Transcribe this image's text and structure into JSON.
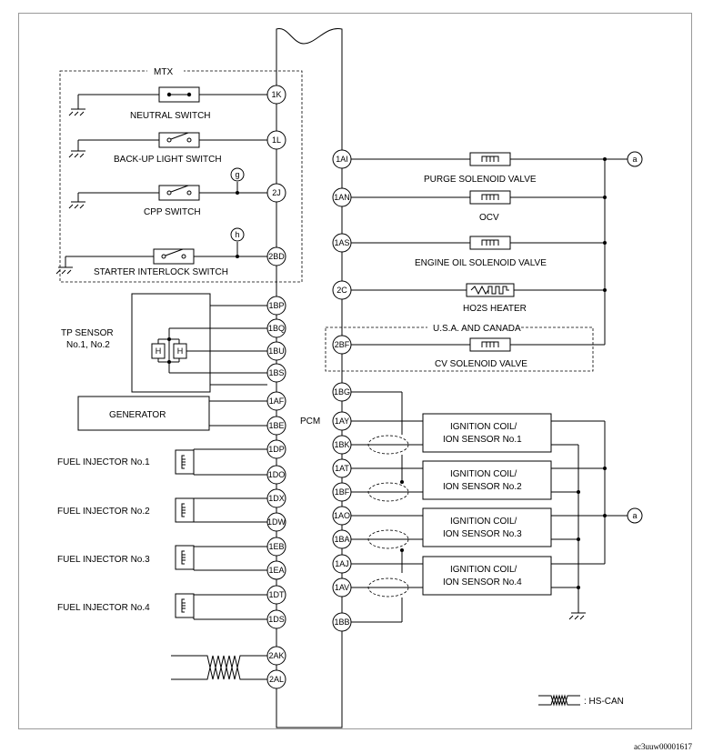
{
  "mtx_label": "MTX",
  "pcm_label": "PCM",
  "usa_canada_label": "U.S.A. AND CANADA",
  "left_components": {
    "neutral_switch": "NEUTRAL SWITCH",
    "backup_light_switch": "BACK-UP LIGHT SWITCH",
    "cpp_switch": "CPP SWITCH",
    "starter_interlock_switch": "STARTER INTERLOCK SWITCH",
    "tp_sensor_line1": "TP SENSOR",
    "tp_sensor_line2": "No.1, No.2",
    "generator": "GENERATOR",
    "fuel_injector_1": "FUEL INJECTOR No.1",
    "fuel_injector_2": "FUEL INJECTOR No.2",
    "fuel_injector_3": "FUEL INJECTOR No.3",
    "fuel_injector_4": "FUEL INJECTOR No.4",
    "h_letter": "H"
  },
  "right_components": {
    "purge_solenoid": "PURGE SOLENOID VALVE",
    "ocv": "OCV",
    "engine_oil_solenoid": "ENGINE OIL SOLENOID VALVE",
    "ho2s_heater": "HO2S HEATER",
    "cv_solenoid": "CV SOLENOID VALVE",
    "ign1_line1": "IGNITION COIL/",
    "ign1_line2": "ION SENSOR No.1",
    "ign2_line1": "IGNITION COIL/",
    "ign2_line2": "ION SENSOR No.2",
    "ign3_line1": "IGNITION COIL/",
    "ign3_line2": "ION SENSOR No.3",
    "ign4_line1": "IGNITION COIL/",
    "ign4_line2": "ION SENSOR No.4"
  },
  "left_pins": {
    "p1K": "1K",
    "p1L": "1L",
    "p2J": "2J",
    "p2BD": "2BD",
    "p1BP": "1BP",
    "p1BQ": "1BQ",
    "p1BU": "1BU",
    "p1BS": "1BS",
    "p1AF": "1AF",
    "p1BE": "1BE",
    "p1DP": "1DP",
    "p1DO": "1DO",
    "p1DX": "1DX",
    "p1DW": "1DW",
    "p1EB": "1EB",
    "p1EA": "1EA",
    "p1DT": "1DT",
    "p1DS": "1DS",
    "p2AK": "2AK",
    "p2AL": "2AL"
  },
  "right_pins": {
    "p1AI": "1AI",
    "p1AN": "1AN",
    "p1AS": "1AS",
    "p2C": "2C",
    "p2BF": "2BF",
    "p1BG": "1BG",
    "p1AY": "1AY",
    "p1BK": "1BK",
    "p1AT": "1AT",
    "p1BF": "1BF",
    "p1AO": "1AO",
    "p1BA": "1BA",
    "p1AJ": "1AJ",
    "p1AV": "1AV",
    "p1BB": "1BB"
  },
  "connectors": {
    "g": "g",
    "h": "h",
    "a1": "a",
    "a2": "a"
  },
  "legend_text": ": HS-CAN",
  "doc_id": "ac3uuw00001617"
}
